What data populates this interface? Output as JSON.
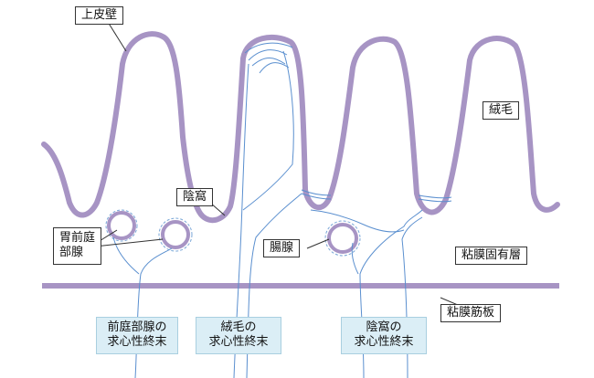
{
  "labels": {
    "epithelium": "上皮壁",
    "villus": "絨毛",
    "crypt": "陰窩",
    "antral_gland": "胃前庭\n部腺",
    "intestinal_gland": "腸腺",
    "lamina_propria": "粘膜固有層",
    "muscularis_mucosae": "粘膜筋板",
    "afferent_antral": "前庭部腺の\n求心性終末",
    "afferent_villus": "絨毛の\n求心性終末",
    "afferent_crypt": "陰窩の\n求心性終末"
  },
  "colors": {
    "epithelium": "#a794c4",
    "nerve": "#5a8fcf",
    "muscularis": "#a794c4",
    "afferent_box": "#dbeef6"
  }
}
